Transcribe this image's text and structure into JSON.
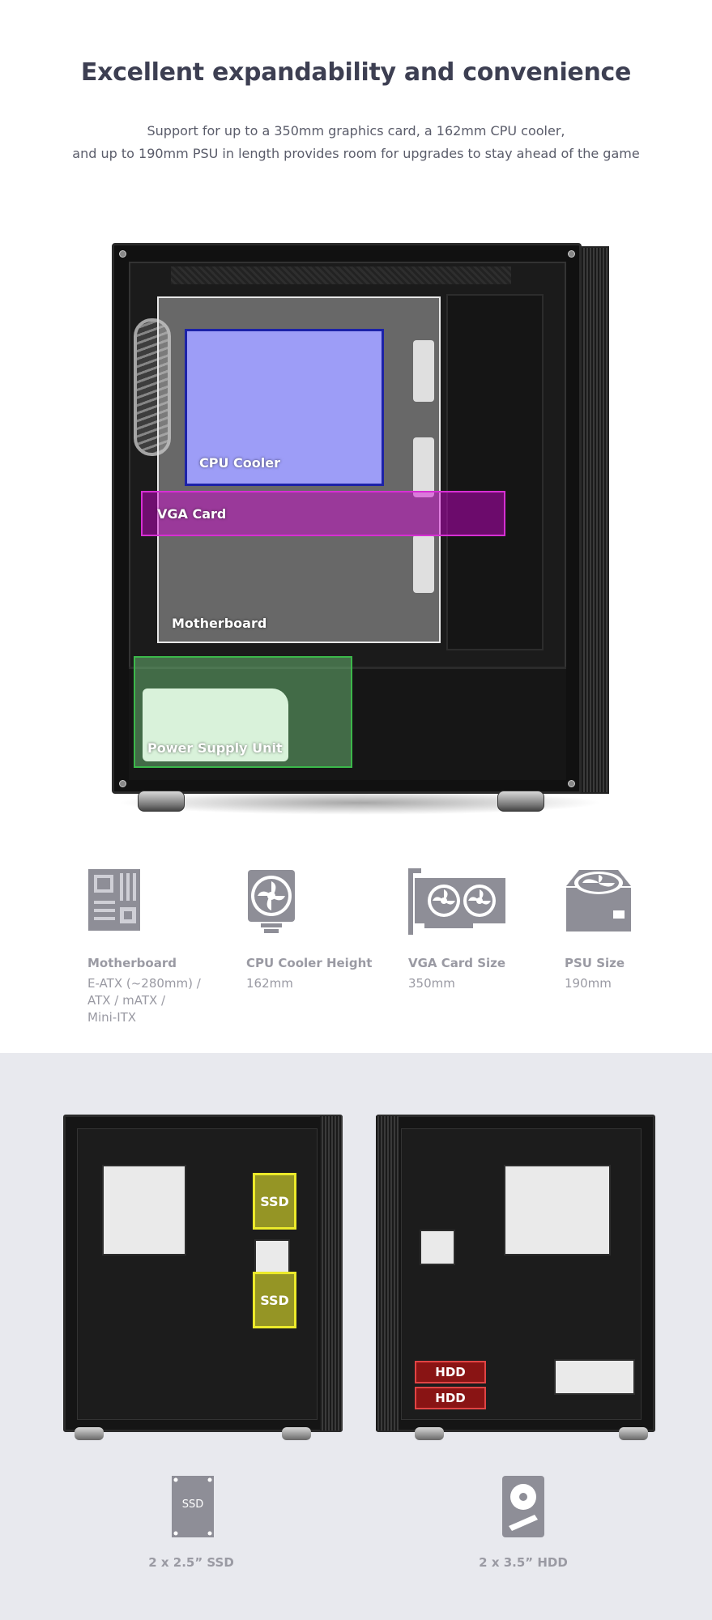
{
  "header": {
    "title": "Excellent expandability and convenience",
    "subtitle_line1": "Support for up to a 350mm graphics card, a 162mm CPU cooler,",
    "subtitle_line2": "and up to 190mm PSU in length provides room for upgrades to stay ahead of the game"
  },
  "diagram": {
    "cpu_label": "CPU Cooler",
    "vga_label": "VGA Card",
    "motherboard_label": "Motherboard",
    "psu_label": "Power Supply Unit",
    "colors": {
      "cpu": "#1c22a8",
      "vga": "#d72fd3",
      "motherboard": "#e8e8e8",
      "psu": "#3bb84a"
    }
  },
  "specs": [
    {
      "icon": "motherboard-icon",
      "name": "Motherboard",
      "value_lines": [
        "E-ATX (~280mm) /",
        "ATX / mATX /",
        "Mini-ITX"
      ]
    },
    {
      "icon": "cpu-cooler-icon",
      "name": "CPU Cooler Height",
      "value_lines": [
        "162mm"
      ]
    },
    {
      "icon": "vga-card-icon",
      "name": "VGA Card Size",
      "value_lines": [
        "350mm"
      ]
    },
    {
      "icon": "psu-icon",
      "name": "PSU Size",
      "value_lines": [
        "190mm"
      ]
    }
  ],
  "storage": {
    "ssd_slot_label": "SSD",
    "hdd_slot_label": "HDD",
    "ssd_icon_text": "SSD",
    "ssd_caption": "2 x 2.5” SSD",
    "hdd_caption": "2 x 3.5” HDD",
    "colors": {
      "ssd": "#ecea2a",
      "hdd": "#e04444"
    }
  }
}
